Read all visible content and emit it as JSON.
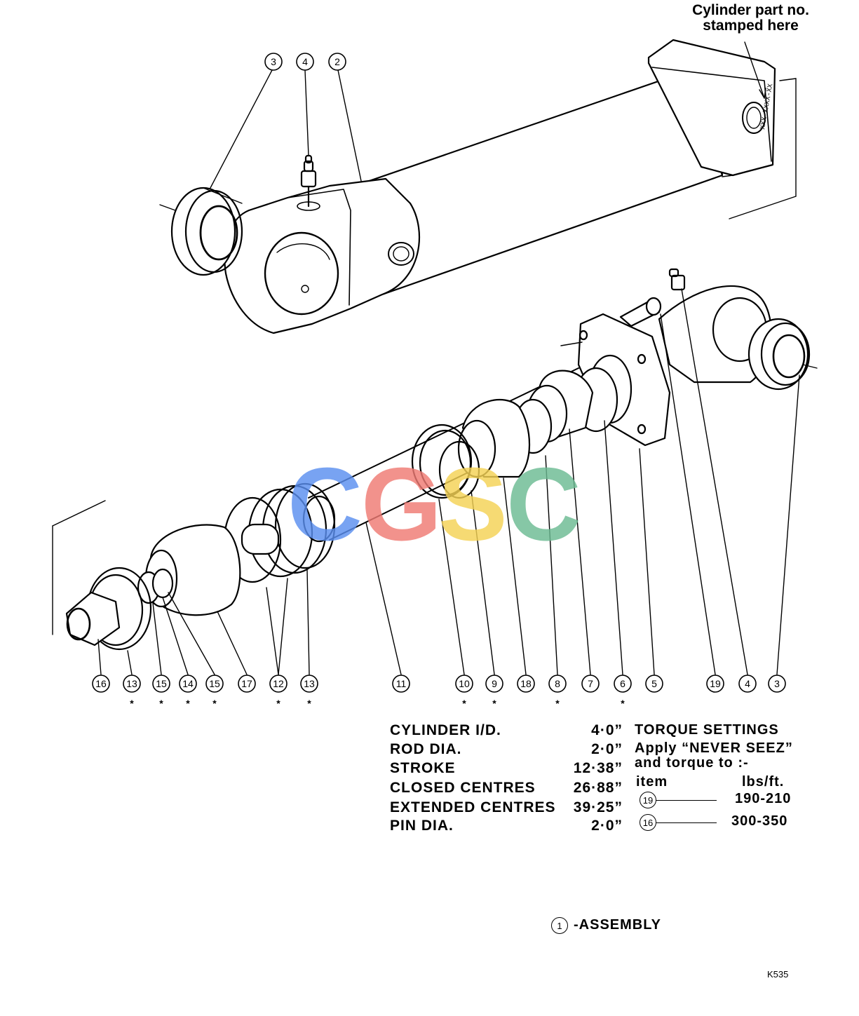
{
  "note": {
    "line1": "Cylinder part no.",
    "line2": "stamped here",
    "stamp": "XXX-XXXX-XX"
  },
  "watermark": {
    "letters": [
      "C",
      "G",
      "S",
      "C"
    ],
    "colors": [
      "#5b8ff0",
      "#f07b74",
      "#f5d255",
      "#6cbb93"
    ]
  },
  "callouts_top": [
    "3",
    "4",
    "2"
  ],
  "callouts_bottom": [
    {
      "n": "16",
      "star": false
    },
    {
      "n": "13",
      "star": true
    },
    {
      "n": "15",
      "star": true
    },
    {
      "n": "14",
      "star": true
    },
    {
      "n": "15",
      "star": true
    },
    {
      "n": "17",
      "star": false
    },
    {
      "n": "12",
      "star": true
    },
    {
      "n": "13",
      "star": true
    },
    {
      "n": "11",
      "star": false
    },
    {
      "n": "10",
      "star": true
    },
    {
      "n": "9",
      "star": true
    },
    {
      "n": "18",
      "star": false
    },
    {
      "n": "8",
      "star": true
    },
    {
      "n": "7",
      "star": false
    },
    {
      "n": "6",
      "star": true
    },
    {
      "n": "5",
      "star": false
    },
    {
      "n": "19",
      "star": false
    },
    {
      "n": "4",
      "star": false
    },
    {
      "n": "3",
      "star": false
    }
  ],
  "specs": [
    {
      "label": "CYLINDER I/D.",
      "value": "4·0”"
    },
    {
      "label": "ROD DIA.",
      "value": "2·0”"
    },
    {
      "label": "STROKE",
      "value": "12·38”"
    },
    {
      "label": "CLOSED CENTRES",
      "value": "26·88”"
    },
    {
      "label": "EXTENDED CENTRES",
      "value": "39·25”"
    },
    {
      "label": "PIN DIA.",
      "value": "2·0”"
    }
  ],
  "torque": {
    "title": "TORQUE  SETTINGS",
    "line1": "Apply “NEVER SEEZ”",
    "line2": "and  torque to :-",
    "col_item": "item",
    "col_unit": "lbs/ft.",
    "rows": [
      {
        "item": "19",
        "value": "190-210"
      },
      {
        "item": "16",
        "value": "300-350"
      }
    ]
  },
  "assembly": {
    "num": "1",
    "label": "-ASSEMBLY"
  },
  "ref_code": "K535"
}
